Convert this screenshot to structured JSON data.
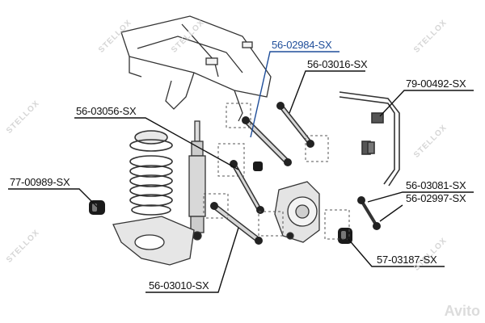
{
  "parts": {
    "p1": "56-02984-SX",
    "p2": "56-03016-SX",
    "p3": "79-00492-SX",
    "p4": "56-03056-SX",
    "p5": "77-00989-SX",
    "p6": "56-03081-SX",
    "p7": "56-02997-SX",
    "p8": "57-03187-SX",
    "p9": "56-03010-SX"
  },
  "watermarks": {
    "brand": "STELLOX",
    "avito": "Avito"
  },
  "colors": {
    "accent_label": "#1f4e9a",
    "leader_line": "#1f4e9a",
    "line": "#111111",
    "drawing": "#333333",
    "bushing": "#1a1a1a",
    "watermark": "#d6d6d6"
  }
}
